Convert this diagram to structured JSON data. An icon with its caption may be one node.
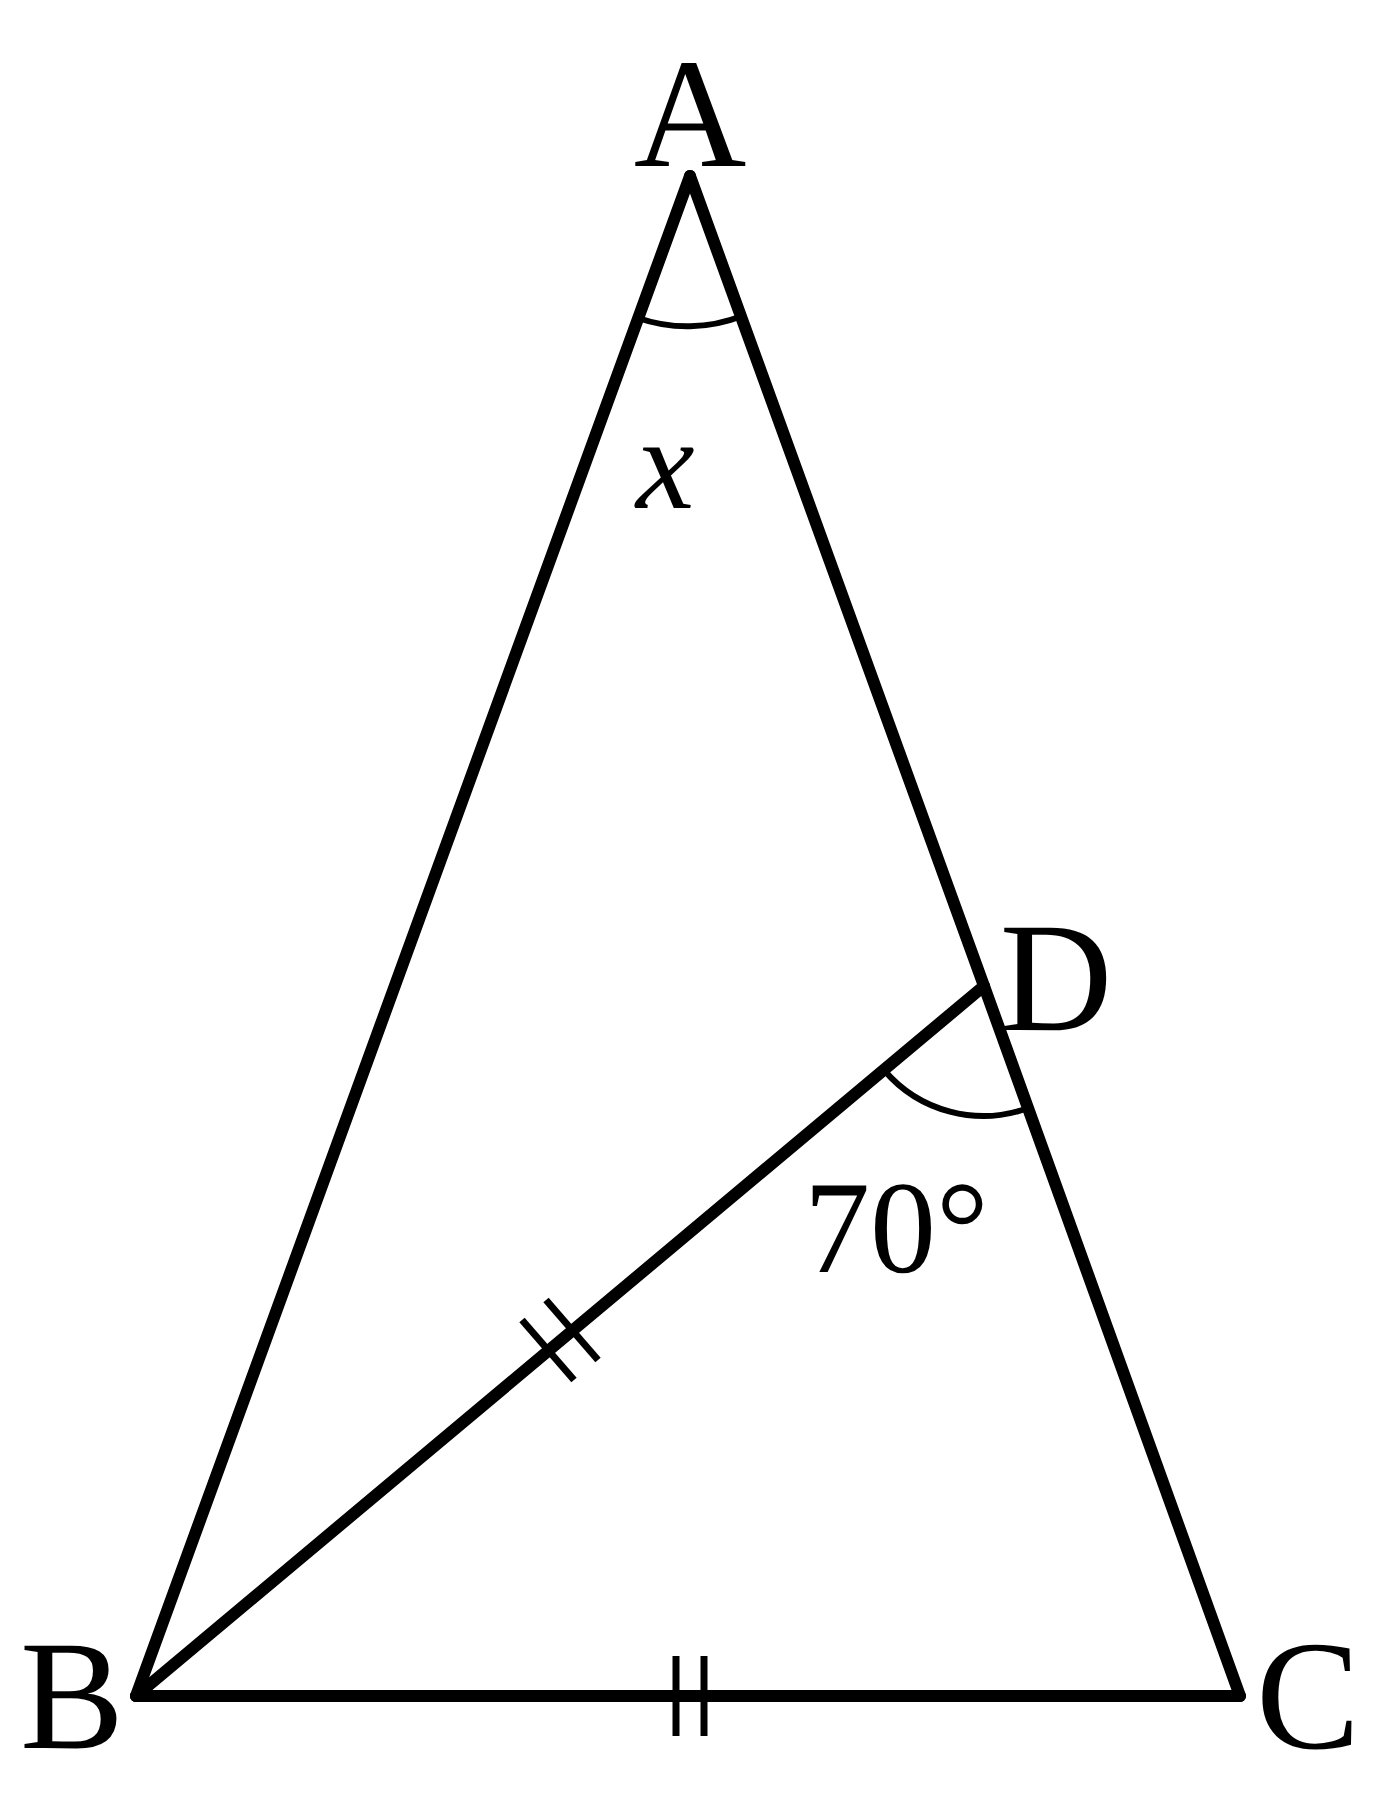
{
  "diagram": {
    "nodes": [
      {
        "text": [
          "A"
        ]
      },
      {
        "text": [
          "B"
        ]
      },
      {
        "text": [
          "C"
        ]
      },
      {
        "text": [
          "D"
        ]
      }
    ],
    "edges": [
      {
        "from": 0,
        "to": 1,
        "arrow": "none"
      },
      {
        "from": 0,
        "to": 3,
        "arrow": "none"
      },
      {
        "from": 3,
        "to": 2,
        "arrow": "none"
      },
      {
        "from": 1,
        "to": 3,
        "arrow": "none"
      },
      {
        "from": 1,
        "to": 2,
        "arrow": "none"
      }
    ],
    "labels": [
      "x",
      "70°"
    ]
  }
}
